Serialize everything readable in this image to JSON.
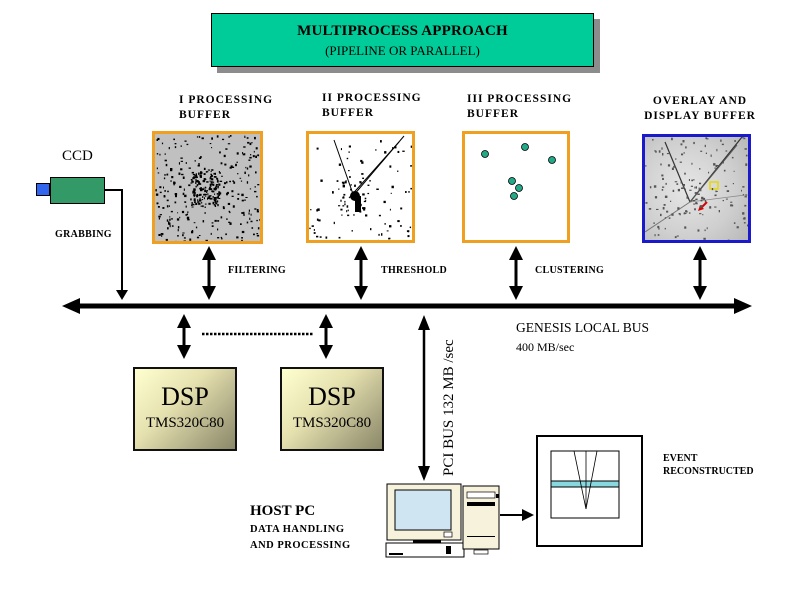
{
  "title": {
    "main": "MULTIPROCESS APPROACH",
    "sub": "(PIPELINE OR PARALLEL)"
  },
  "buffers": [
    {
      "label_line1": "I  PROCESSING",
      "label_line2": "BUFFER",
      "operation": "FILTERING"
    },
    {
      "label_line1": "II  PROCESSING",
      "label_line2": "BUFFER",
      "operation": "THRESHOLD"
    },
    {
      "label_line1": "III  PROCESSING",
      "label_line2": "BUFFER",
      "operation": "CLUSTERING"
    },
    {
      "label_line1": "OVERLAY AND",
      "label_line2": "DISPLAY BUFFER",
      "operation": ""
    }
  ],
  "ccd": {
    "label": "CCD",
    "action": "GRABBING"
  },
  "local_bus": {
    "name": "GENESIS  LOCAL BUS",
    "speed": "400 MB/sec"
  },
  "pci_bus": {
    "label": "PCI BUS 132 MB /sec"
  },
  "dsps": [
    {
      "name": "DSP",
      "model": "TMS320C80"
    },
    {
      "name": "DSP",
      "model": "TMS320C80"
    }
  ],
  "host": {
    "title": "HOST  PC",
    "line1": "DATA HANDLING",
    "line2": "AND PROCESSING"
  },
  "event": {
    "line1": "EVENT",
    "line2": "RECONSTRUCTED"
  },
  "colors": {
    "title_bg": "#00cc99",
    "buffer_border": "#f0a020",
    "display_border": "#1a1acc",
    "ccd_body": "#339966",
    "ccd_lens": "#3366ee",
    "cluster_dot": "#22aa88"
  }
}
